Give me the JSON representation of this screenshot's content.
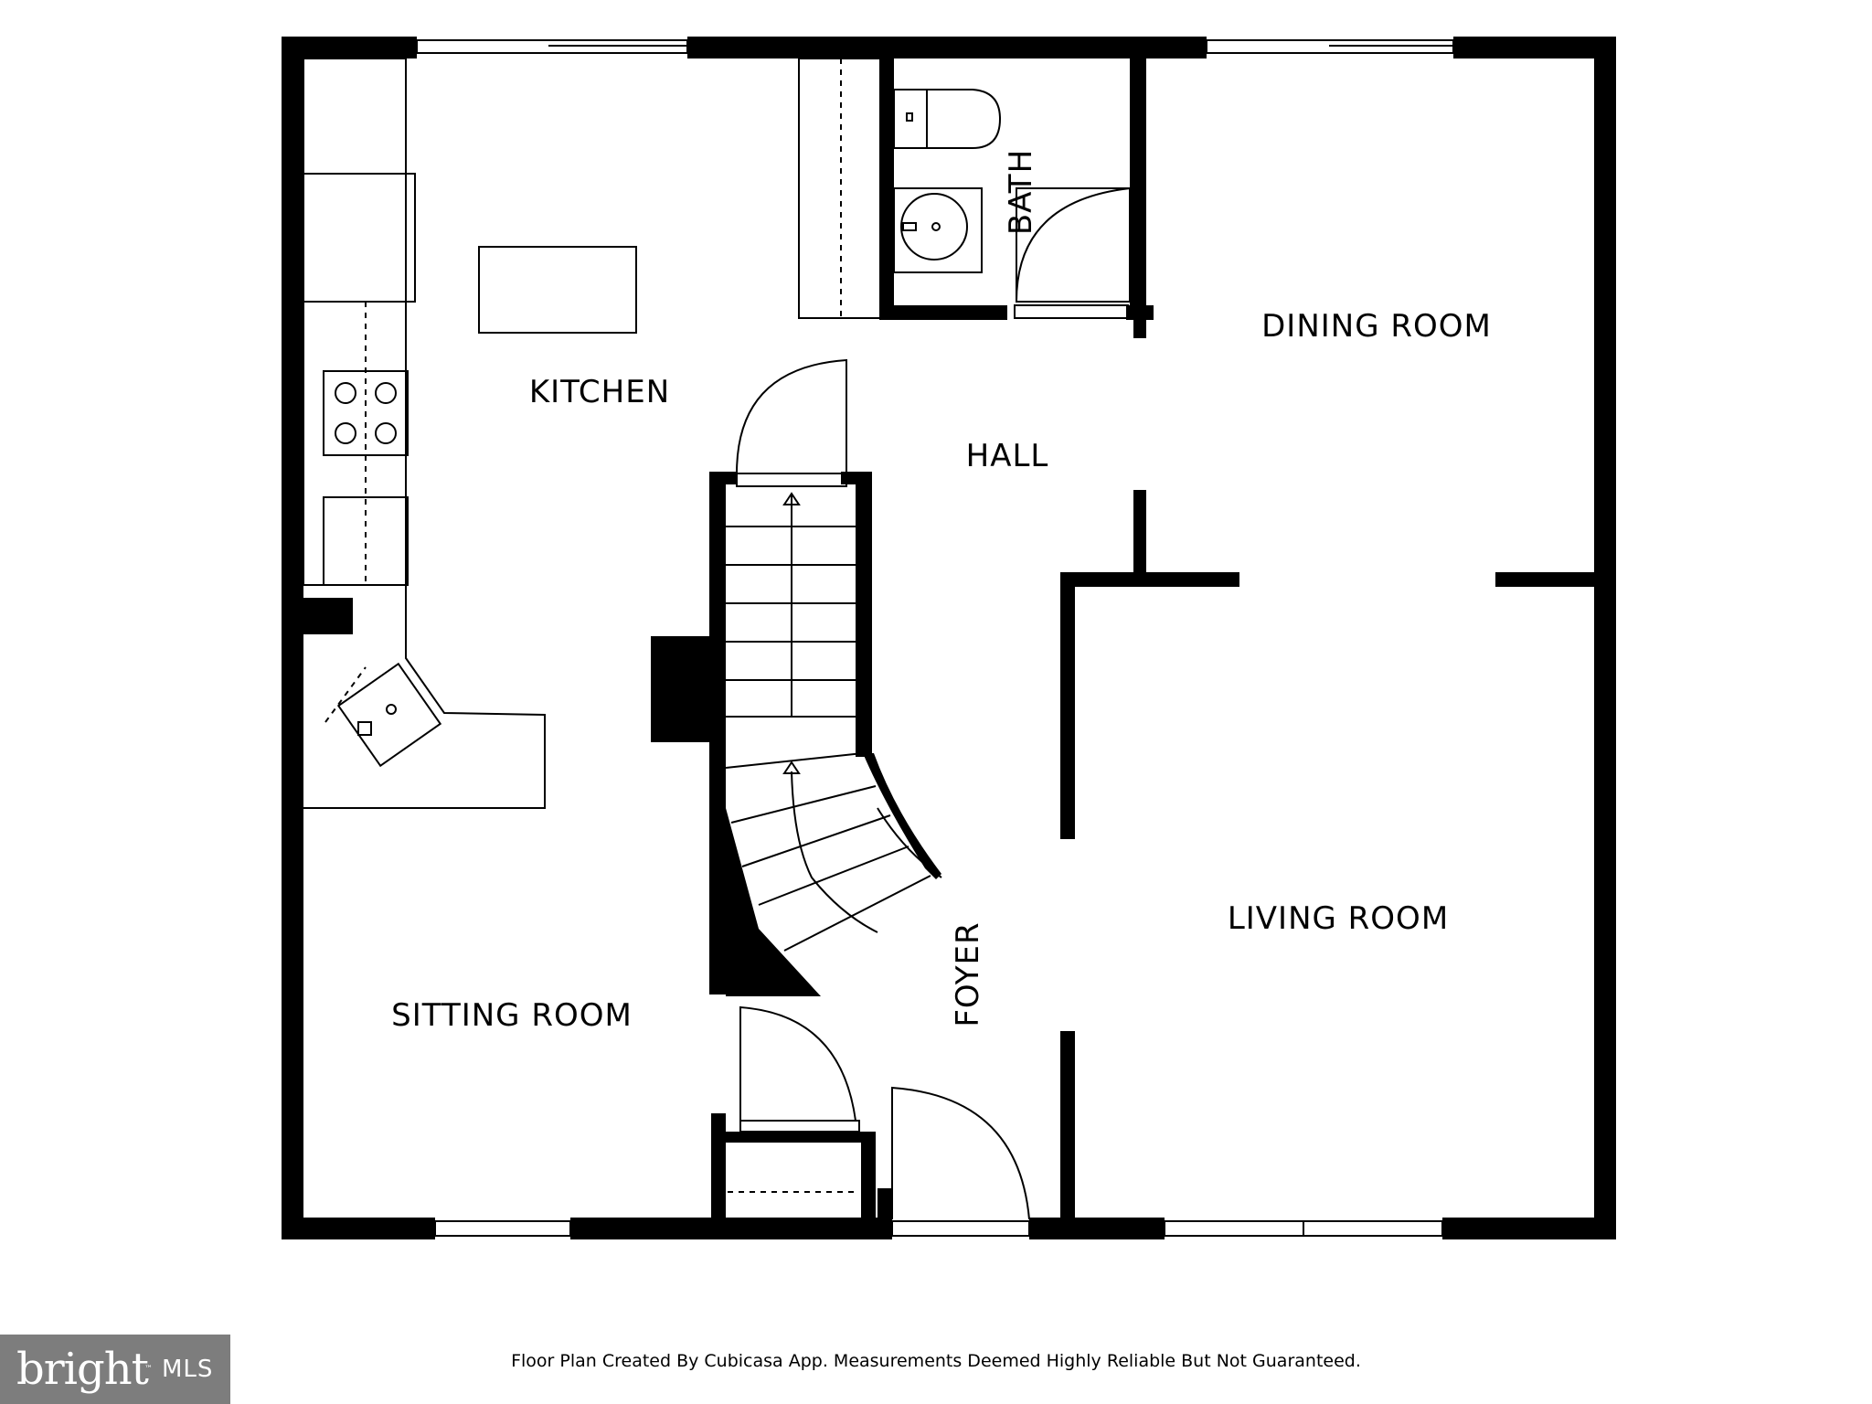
{
  "rooms": {
    "kitchen": "KITCHEN",
    "hall": "HALL",
    "bath": "BATH",
    "dining_room": "DINING ROOM",
    "living_room": "LIVING ROOM",
    "sitting_room": "SITTING ROOM",
    "foyer": "FOYER"
  },
  "footer": {
    "disclaimer": "Floor Plan Created By Cubicasa App. Measurements Deemed Highly Reliable But Not Guaranteed."
  },
  "logo": {
    "word": "bright",
    "mark": "MLS",
    "tm": "™"
  },
  "colors": {
    "wall": "#000000",
    "background": "#ffffff",
    "logo_bg": "#7d7d7d"
  }
}
